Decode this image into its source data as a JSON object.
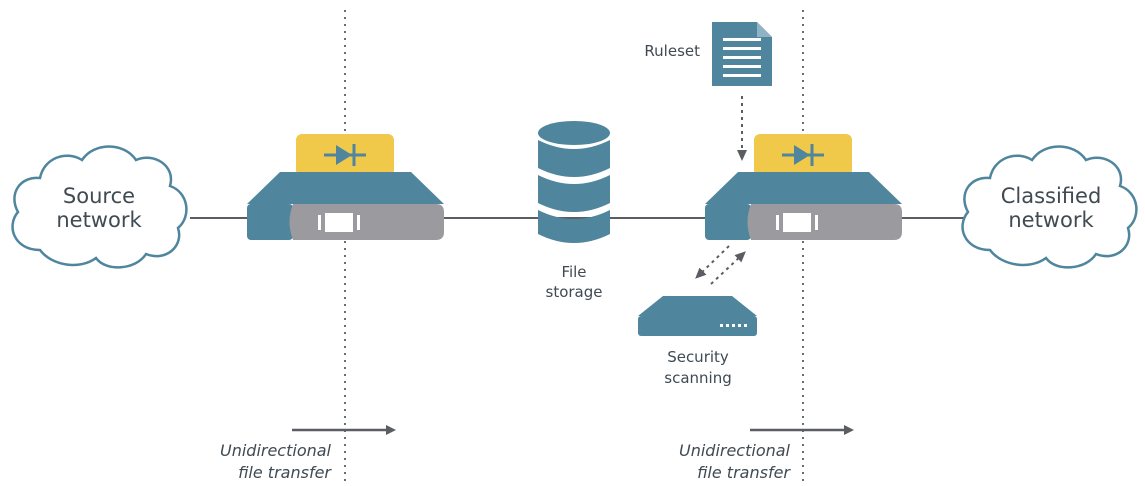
{
  "nodes": {
    "source_network": {
      "line1": "Source",
      "line2": "network"
    },
    "classified_network": {
      "line1": "Classified",
      "line2": "network"
    },
    "file_storage": {
      "line1": "File",
      "line2": "storage"
    },
    "ruleset": {
      "label": "Ruleset"
    },
    "security_scanning": {
      "line1": "Security",
      "line2": "scanning"
    }
  },
  "transfers": [
    {
      "line1": "Unidirectional",
      "line2": "file transfer"
    },
    {
      "line1": "Unidirectional",
      "line2": "file transfer"
    }
  ],
  "icons": {
    "diode": "diode-icon",
    "document": "document-icon",
    "database": "database-icon",
    "cloud": "cloud-icon",
    "gateway": "gateway-device-icon",
    "scanner": "scanner-device-icon"
  },
  "colors": {
    "teal": "#4f859d",
    "teal_light": "#6498b0",
    "gray": "#9a9a9f",
    "yellow": "#f0c94a",
    "line": "#5a5e62",
    "dotted": "#6a6e72",
    "text": "#3f4a52"
  }
}
